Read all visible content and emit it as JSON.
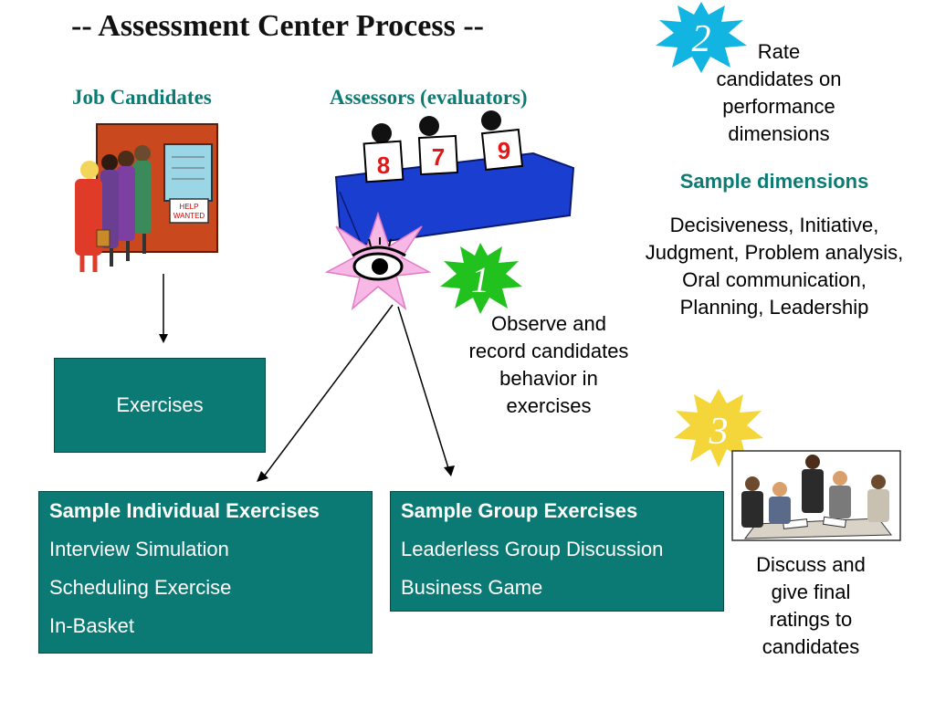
{
  "title": "-- Assessment Center Process --",
  "headers": {
    "candidates": "Job Candidates",
    "assessors": "Assessors (evaluators)"
  },
  "illustrations": {
    "help_sign": [
      "HELP",
      "WANTED"
    ],
    "scores": [
      "8",
      "7",
      "9"
    ]
  },
  "steps": {
    "step1": {
      "number": "1",
      "color": "#22c21e",
      "lines": [
        "Observe and",
        "record candidates",
        "behavior in",
        "exercises"
      ]
    },
    "step2": {
      "number": "2",
      "color": "#12b4e2",
      "lines": [
        "Rate",
        "candidates on",
        "performance",
        "dimensions"
      ]
    },
    "step3": {
      "number": "3",
      "color": "#f4d63a",
      "lines": [
        "Discuss and",
        "give final",
        "ratings to",
        "candidates"
      ]
    }
  },
  "dimensions": {
    "heading": "Sample dimensions",
    "lines": [
      "Decisiveness, Initiative,",
      "Judgment, Problem analysis,",
      "Oral communication,",
      "Planning, Leadership"
    ]
  },
  "exercises_box": {
    "label": "Exercises"
  },
  "individual_box": {
    "title": "Sample Individual Exercises",
    "items": [
      "Interview Simulation",
      "Scheduling Exercise",
      "In-Basket"
    ]
  },
  "group_box": {
    "title": "Sample Group Exercises",
    "items": [
      "Leaderless Group Discussion",
      "Business Game"
    ]
  },
  "colors": {
    "teal": "#0b7a74",
    "teal_text": "#0c7b73",
    "table_blue": "#1a3fd0",
    "star_pink": "#f7b8e6"
  }
}
